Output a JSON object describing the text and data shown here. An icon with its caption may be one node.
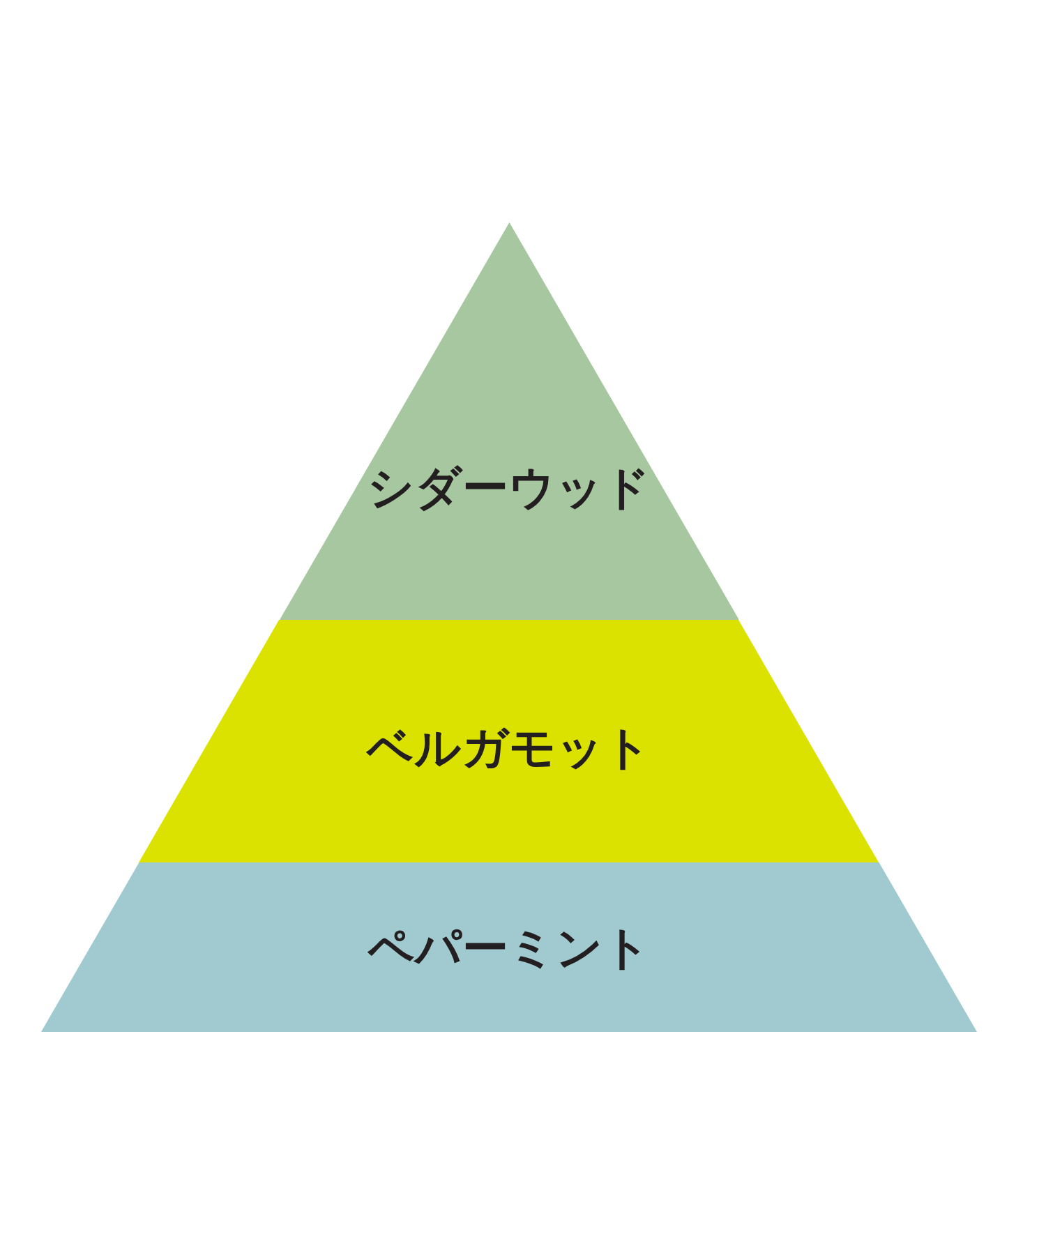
{
  "diagram": {
    "nodes": [
      {
        "text": [
          "シダーウッド"
        ]
      },
      {
        "text": [
          "ベルガモット"
        ]
      },
      {
        "text": [
          "ペパーミント"
        ]
      }
    ]
  }
}
